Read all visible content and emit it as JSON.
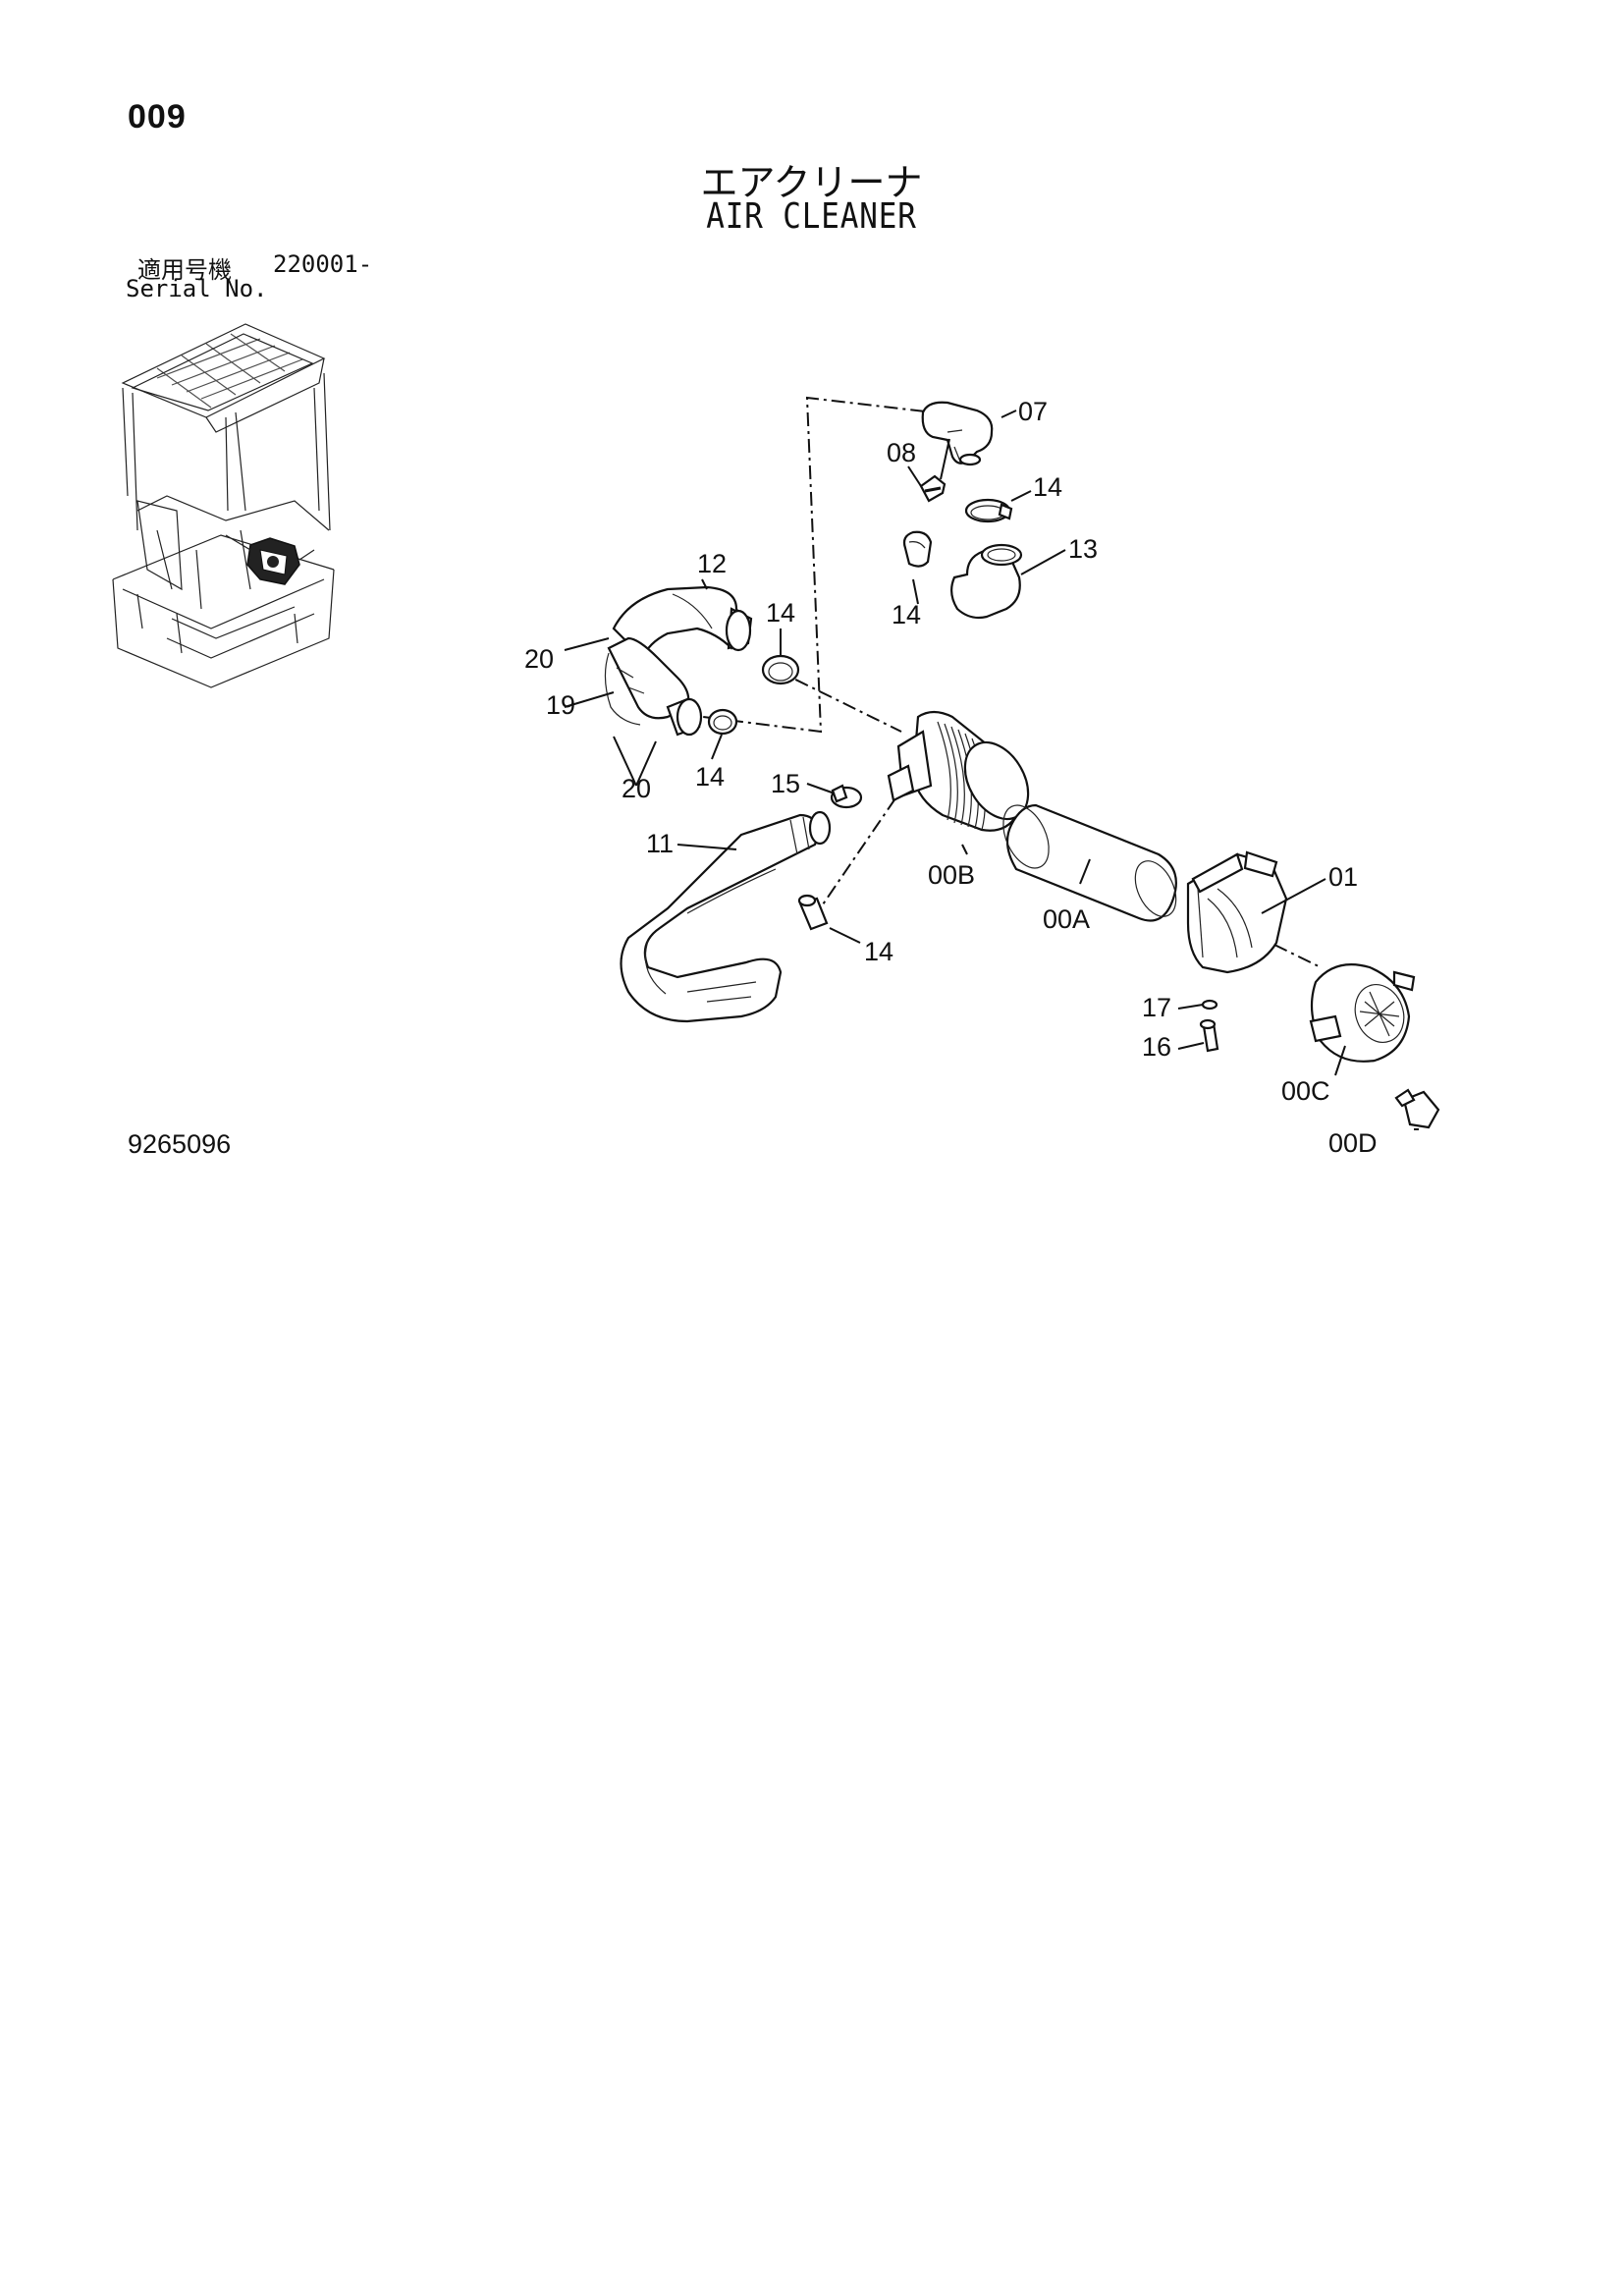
{
  "header": {
    "page_number": "009",
    "title_jp": "エアクリーナ",
    "title_en": "AIR CLEANER"
  },
  "serial": {
    "label_jp": "適用号機",
    "range": "220001-",
    "label_en": "Serial No."
  },
  "drawing_number": "9265096",
  "callouts": {
    "c07": "07",
    "c08": "08",
    "c14_a": "14",
    "c13": "13",
    "c14_b": "14",
    "c12": "12",
    "c14_c": "14",
    "c20_a": "20",
    "c19": "19",
    "c14_d": "14",
    "c20_b": "20",
    "c15": "15",
    "c11": "11",
    "c14_e": "14",
    "c00B": "00B",
    "c00A": "00A",
    "c01": "01",
    "c17": "17",
    "c16": "16",
    "c00C": "00C",
    "c00D": "00D"
  }
}
